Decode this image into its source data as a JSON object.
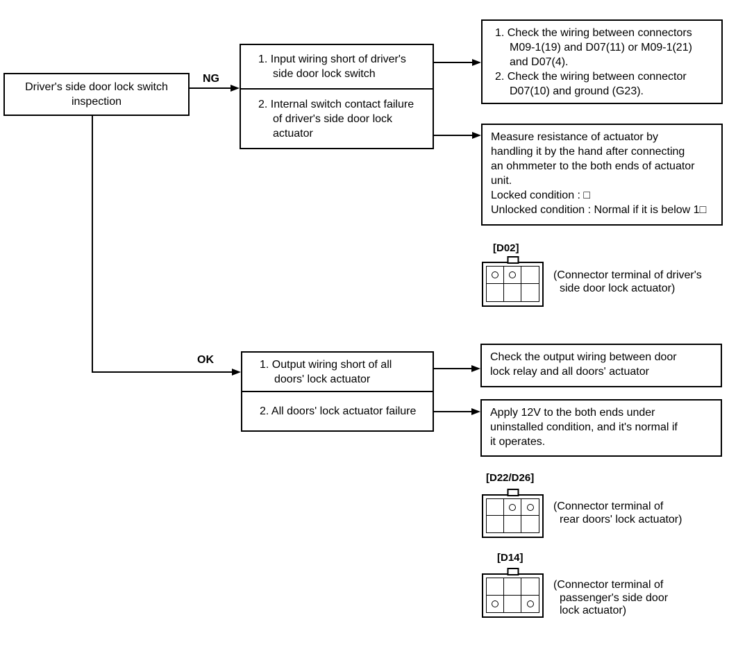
{
  "colors": {
    "ink": "#000000",
    "background": "#ffffff"
  },
  "flowchart": {
    "start_box": {
      "lines": [
        "Driver's side door lock switch",
        "inspection"
      ]
    },
    "ng_branch": {
      "label": "NG",
      "cause_box": {
        "item1": {
          "lines": [
            "1. Input wiring short of driver's",
            "side door lock switch"
          ]
        },
        "item2": {
          "lines": [
            "2. Internal switch contact failure",
            "of driver's side door lock",
            "actuator"
          ]
        }
      },
      "wiring_check_box": {
        "item1": {
          "lines": [
            "1. Check the wiring between connectors",
            "M09-1(19) and D07(11) or M09-1(21)",
            "and D07(4)."
          ]
        },
        "item2": {
          "lines": [
            "2. Check the wiring between connector",
            "D07(10) and ground (G23)."
          ]
        }
      },
      "resistance_box": {
        "lines": [
          "Measure resistance of actuator by",
          "handling it by the hand after connecting",
          "an ohmmeter to the both ends of actuator",
          "unit.",
          "Locked condition : □",
          "Unlocked condition : Normal if it is below 1□"
        ]
      },
      "connector": {
        "id": "[D02]",
        "caption": {
          "lines": [
            "(Connector terminal of driver's",
            "side door lock actuator)"
          ]
        }
      }
    },
    "ok_branch": {
      "label": "OK",
      "cause_box": {
        "item1": {
          "lines": [
            "1. Output wiring short of all",
            "doors' lock actuator"
          ]
        },
        "item2": {
          "lines": [
            "2. All doors' lock actuator failure"
          ]
        }
      },
      "output_wiring_box": {
        "lines": [
          "Check the output wiring between door",
          "lock relay and all doors' actuator"
        ]
      },
      "apply_12v_box": {
        "lines": [
          "Apply 12V to the both ends under",
          "uninstalled condition, and it's normal if",
          "it operates."
        ]
      },
      "connector_rear": {
        "id": "[D22/D26]",
        "caption": {
          "lines": [
            "(Connector terminal of",
            "rear doors' lock actuator)"
          ]
        }
      },
      "connector_passenger": {
        "id": "[D14]",
        "caption": {
          "lines": [
            "(Connector terminal of",
            "passenger's side door",
            "lock actuator)"
          ]
        }
      }
    }
  }
}
